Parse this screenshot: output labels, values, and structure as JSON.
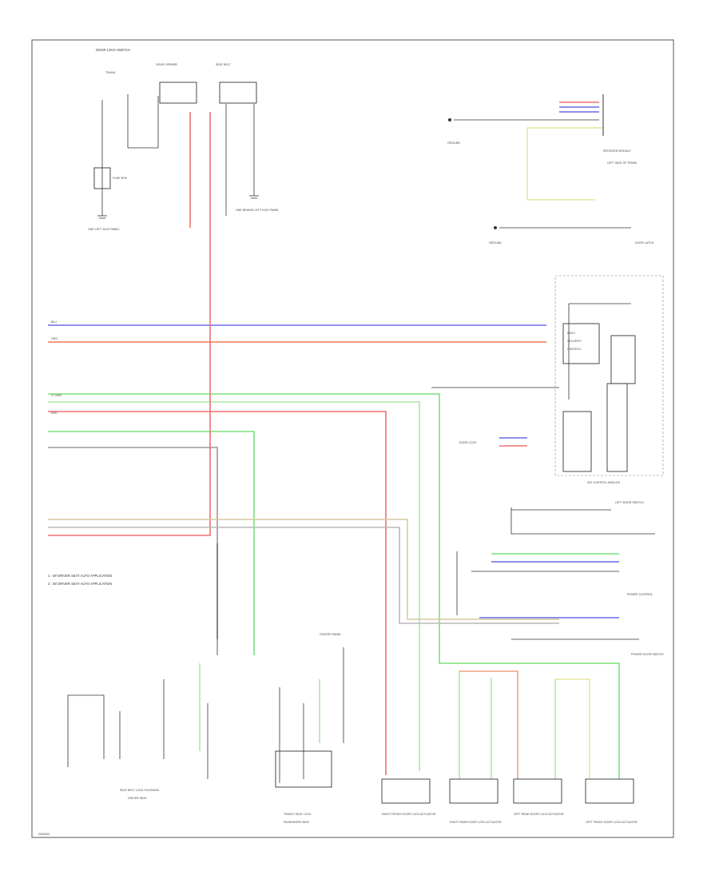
{
  "footer_code": "0000000",
  "colors": {
    "blue": "#6a6ae8",
    "red_orange": "#ef7a55",
    "red": "#f07070",
    "green": "#7de07d",
    "gray": "#9a9a9a",
    "yellow": "#e6e6a0",
    "tan": "#d8c9a0",
    "black": "#333333"
  },
  "notes": [
    "1 : W/ DRIVER SEAT AUTO APPLICATION",
    "2 : W/ DRIVER SEAT AUTO APPLICATION"
  ],
  "labels": {
    "top_switch_title": "DOOR LOCK SWITCH",
    "top_switch_sub": "TRUNK",
    "switch2_title": "DOOR OPENER",
    "switch3_title": "SEAT BELT",
    "fuse_box": "FUSE BOX",
    "gnd1": "GND LEFT KICK PANEL",
    "gnd2": "GND BEHIND LEFT KICK PANEL",
    "tr_module": "RECEIVER MODULE",
    "tr_module_sub": "LEFT SIDE OF TRUNK",
    "tr_ground": "GROUND",
    "tr_latch": "DOOR LATCH",
    "tr_gnd_label": "GROUND",
    "right_module": "ISO CONTROL MODULE",
    "rm_sub1": "BODY",
    "rm_sub2": "SECURITY",
    "rm_sub3": "CONTROL",
    "door_lock_lbl": "DOOR LOCK",
    "left_sw": "LEFT DOOR SWITCH",
    "power_sw": "POWER DOOR SWITCH",
    "mid_right_lbl": "POWER CONTROL",
    "bl_module": "SEAT BELT LOCK SOLENOID",
    "bl_sub": "DRIVER SEAT",
    "bm_module": "TRAVEL SEAT LOCK",
    "bm_sub": "PASSENGER SEAT",
    "br1": "RIGHT FRONT DOOR LOCK ACTUATOR",
    "br2": "RIGHT REAR DOOR LOCK ACTUATOR",
    "br3": "LEFT REAR DOOR LOCK ACTUATOR",
    "br4": "LEFT FRONT DOOR LOCK ACTUATOR",
    "center_lbl": "CENTER PANEL",
    "grn1": "LT GRN",
    "red1": "RED",
    "blu1": "BLU",
    "org1": "ORG"
  }
}
